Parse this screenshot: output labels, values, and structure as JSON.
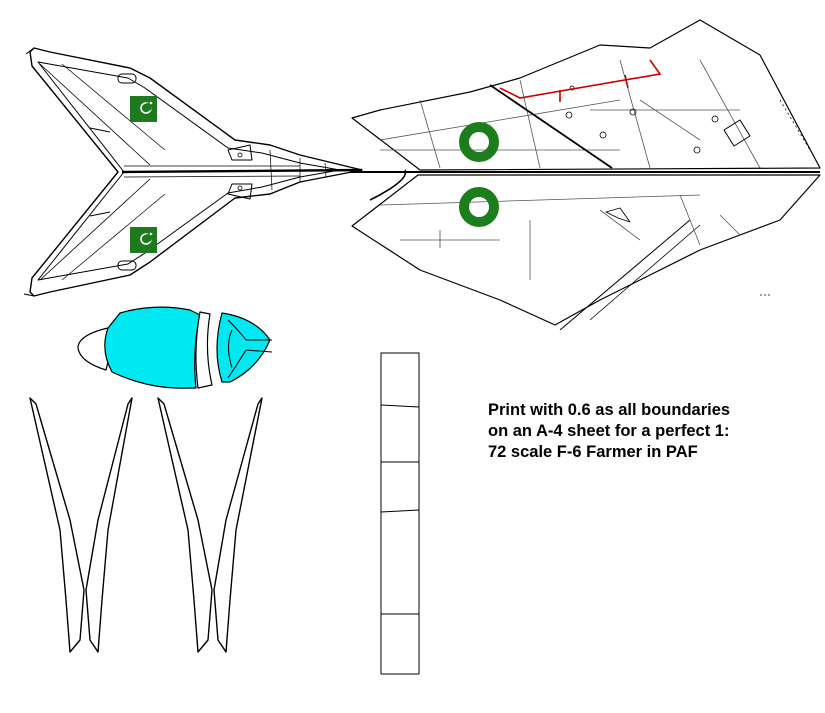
{
  "instructions": {
    "lines": [
      "Print with 0.6 as all boundaries",
      "on an A-4 sheet for a perfect 1:",
      "72 scale F-6 Farmer in PAF"
    ]
  },
  "colors": {
    "outline": "#000000",
    "canopy_glass": "#00e8f0",
    "pakistan_flag_green": "#1f7a1f",
    "paf_roundel_green": "#1b7d1b",
    "detail_red": "#cc0000",
    "panel_line": "#555555"
  },
  "parts": [
    "top-wing-planform",
    "side-fuselage-panel",
    "canopy",
    "vertical-fin-left-pair",
    "vertical-fin-right-pair",
    "fuselage-strip"
  ],
  "markings": {
    "flags": 2,
    "roundels": 2
  }
}
